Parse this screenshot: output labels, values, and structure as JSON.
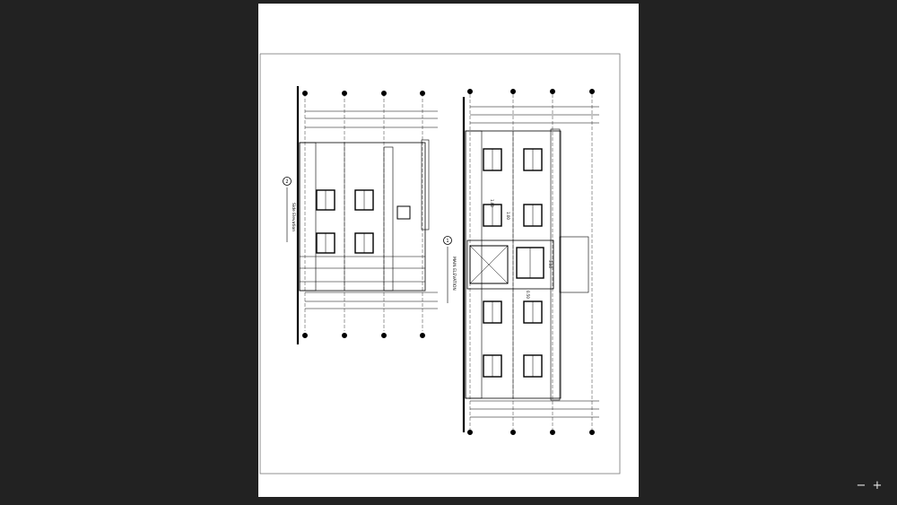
{
  "viewer": {
    "background": "#222222",
    "page_background": "#ffffff",
    "zoom_out_label": "−",
    "zoom_in_label": "+"
  },
  "drawing": {
    "side_elevation": {
      "number": "2",
      "title": "Side Elevation"
    },
    "main_elevation": {
      "number": "1",
      "title": "MAIN ELEVATION"
    },
    "dim_labels": {
      "d1": "1.60",
      "d2": "1.00",
      "d3": "0.50",
      "d4": "3.60"
    }
  }
}
